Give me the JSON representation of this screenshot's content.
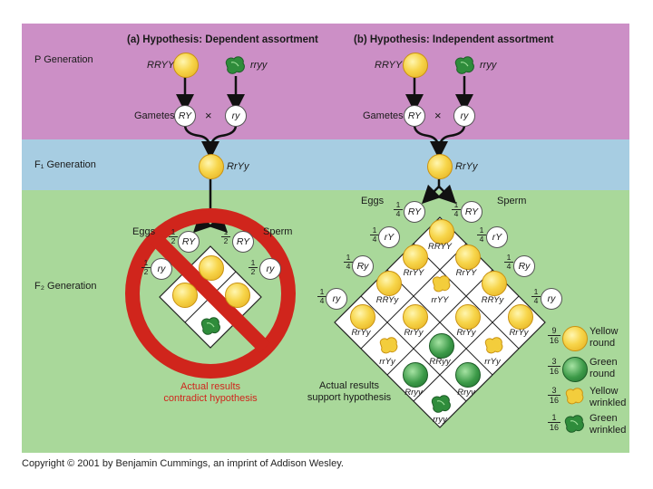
{
  "generations": {
    "p": "P Generation",
    "f1": "F₁ Generation",
    "f2": "F₂ Generation"
  },
  "hypothesis_a": {
    "title": "(a) Hypothesis: Dependent assortment",
    "parent_yellow": "RRYY",
    "parent_green": "rryy",
    "gametes_label": "Gametes",
    "gamete_1": "RY",
    "cross": "×",
    "gamete_2": "ry",
    "f1_genotype": "RrYy",
    "eggs": "Eggs",
    "sperm": "Sperm",
    "half": "1",
    "half_den": "2",
    "result": "Actual results contradict hypothesis",
    "result_line1": "Actual results",
    "result_line2": "contradict hypothesis"
  },
  "hypothesis_b": {
    "title": "(b) Hypothesis: Independent assortment",
    "parent_yellow": "RRYY",
    "parent_green": "rryy",
    "gametes_label": "Gametes",
    "gamete_1": "RY",
    "cross": "×",
    "gamete_2": "ry",
    "f1_genotype": "RrYy",
    "eggs": "Eggs",
    "sperm": "Sperm",
    "quarter_num": "1",
    "quarter_den": "4",
    "gametes": [
      "RY",
      "rY",
      "Ry",
      "ry"
    ],
    "cell_genotypes": [
      "RRYY",
      "RrYY",
      "RrYY",
      "RRYy",
      "rrYY",
      "RRYy",
      "RrYy",
      "RrYy",
      "RrYy",
      "RrYy",
      "rrYy",
      "RRyy",
      "rrYy",
      "Rryy",
      "Rryy",
      "rryy"
    ],
    "result_line1": "Actual results",
    "result_line2": "support hypothesis"
  },
  "legend": [
    {
      "num": "9",
      "den": "16",
      "line1": "Yellow",
      "line2": "round"
    },
    {
      "num": "3",
      "den": "16",
      "line1": "Green",
      "line2": "round"
    },
    {
      "num": "3",
      "den": "16",
      "line1": "Yellow",
      "line2": "wrinkled"
    },
    {
      "num": "1",
      "den": "16",
      "line1": "Green",
      "line2": "wrinkled"
    }
  ],
  "colors": {
    "p_band": "#cc8fc6",
    "f1_band": "#a7cde2",
    "f2_band": "#a9d89a",
    "prohibit_red": "#d0251c"
  },
  "copyright": "Copyright © 2001 by Benjamin Cummings, an imprint of Addison Wesley."
}
